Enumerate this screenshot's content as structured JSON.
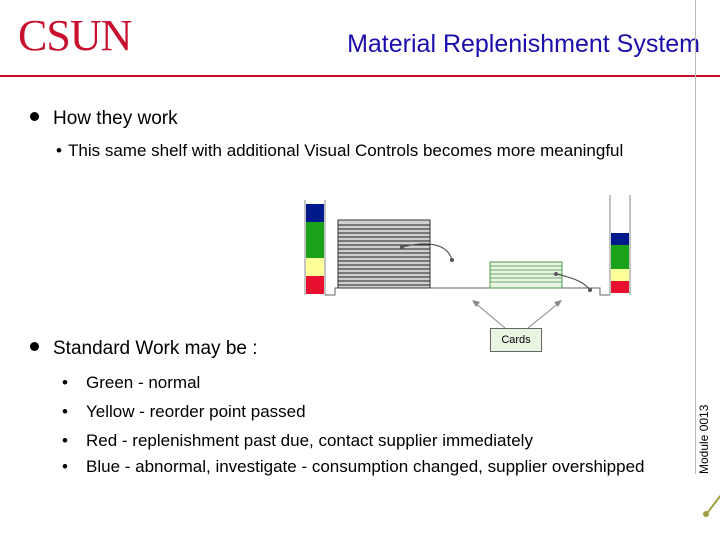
{
  "header": {
    "logo": "CSUN",
    "title": "Material Replenishment System"
  },
  "section1": {
    "heading": "How they work",
    "sub": "This same shelf with additional Visual Controls becomes more meaningful"
  },
  "diagram": {
    "cards_label": "Cards",
    "colors": {
      "blue": "#001a8c",
      "green": "#1aa31a",
      "yellow": "#ffff99",
      "red": "#e8102e"
    }
  },
  "section2": {
    "heading": "Standard Work may be :",
    "items": [
      "Green - normal",
      "Yellow - reorder point passed",
      "Red - replenishment past due, contact supplier immediately",
      "Blue - abnormal, investigate - consumption changed, supplier overshipped"
    ]
  },
  "footer": {
    "module": "Module 0013"
  }
}
